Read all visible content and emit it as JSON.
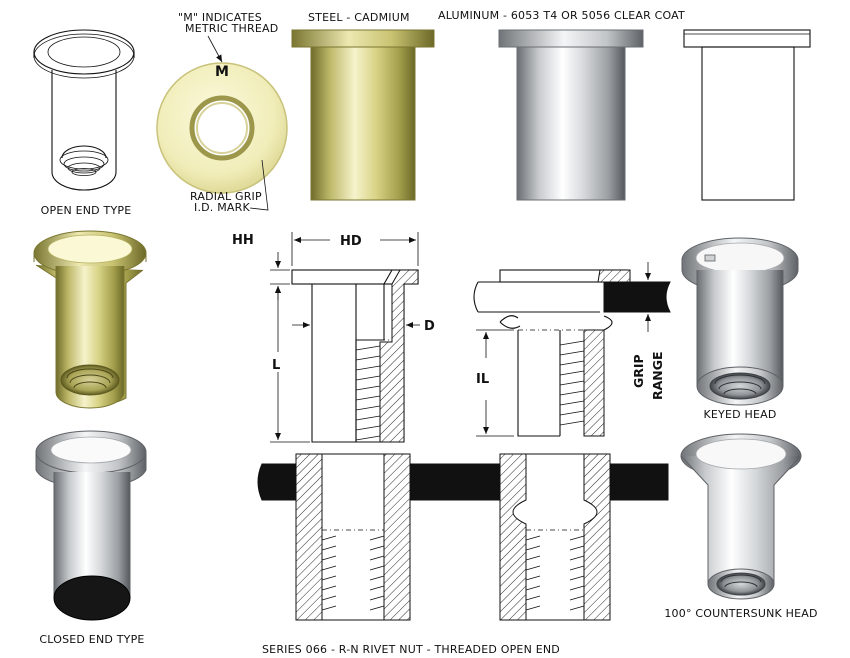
{
  "labels": {
    "m_note": "\"M\" INDICATES\nMETRIC THREAD",
    "m_letter": "M",
    "steel": "STEEL - CADMIUM",
    "aluminum": "ALUMINUM - 6053 T4 OR 5056 CLEAR COAT",
    "open_end": "OPEN END TYPE",
    "radial_grip": "RADIAL GRIP\nI.D. MARK",
    "hh": "HH",
    "hd": "HD",
    "d": "D",
    "l": "L",
    "il": "IL",
    "grip_range": "GRIP\nRANGE",
    "keyed_head": "KEYED HEAD",
    "countersunk_head": "100° COUNTERSUNK HEAD",
    "closed_end": "CLOSED END TYPE",
    "series": "SERIES 066 - R-N RIVET NUT - THREADED OPEN END"
  },
  "colors": {
    "cadmium_light": "#f4f1c4",
    "cadmium_mid": "#d6d07e",
    "cadmium_dark": "#8c8838",
    "aluminum_light": "#f2f2f2",
    "aluminum_mid": "#b9bcbf",
    "aluminum_dark": "#5b5f63",
    "ink": "#111111"
  }
}
